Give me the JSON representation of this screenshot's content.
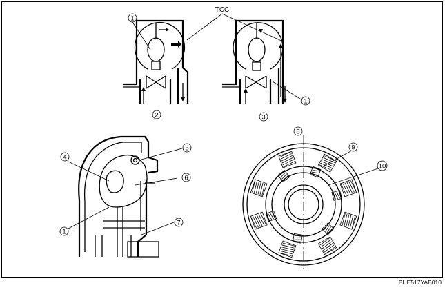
{
  "labels": {
    "tcc": "TCC",
    "figure_code": "BUE517YAB010"
  },
  "callouts": {
    "c1a": "1",
    "c1b": "1",
    "c1c": "1",
    "c2": "2",
    "c3": "3",
    "c4": "4",
    "c5": "5",
    "c6": "6",
    "c7": "7",
    "c8": "8",
    "c9": "9",
    "c10": "10"
  }
}
